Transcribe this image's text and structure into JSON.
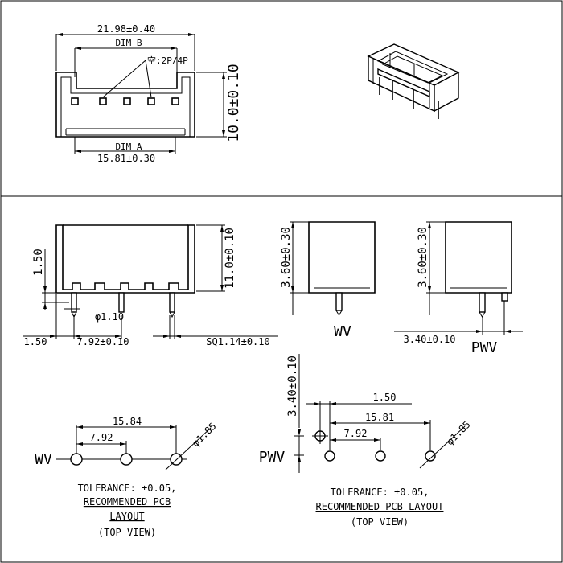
{
  "front_view": {
    "overall_width": "21.98±0.40",
    "dim_b": "DIM B",
    "pin_note": "空:2P/4P",
    "dim_a": "DIM A",
    "pitch_span": "15.81±0.30",
    "height": "10.0±0.10"
  },
  "side_view": {
    "offset": "1.50",
    "left_offset": "1.50",
    "pin_diameter": "φ1.10",
    "pitch": "7.92±0.10",
    "pin_square": "SQ1.14±0.10",
    "height": "11.0±0.10"
  },
  "wv_side": {
    "height": "3.60±0.30",
    "label": "WV"
  },
  "pwv_side": {
    "height": "3.60±0.30",
    "offset": "3.40±0.10",
    "label": "PWV"
  },
  "wv_layout": {
    "label": "WV",
    "span": "15.84",
    "pitch": "7.92",
    "hole": "φ1.85",
    "tolerance": "TOLERANCE: ±0.05,",
    "title_line1": "RECOMMENDED PCB",
    "title_line2": "LAYOUT",
    "view": "(TOP VIEW)"
  },
  "pwv_layout": {
    "label": "PWV",
    "vertical": "3.40±0.10",
    "offset": "1.50",
    "span": "15.81",
    "pitch": "7.92",
    "hole": "φ1.85",
    "tolerance": "TOLERANCE: ±0.05,",
    "title": "RECOMMENDED PCB LAYOUT",
    "view": "(TOP VIEW)"
  }
}
